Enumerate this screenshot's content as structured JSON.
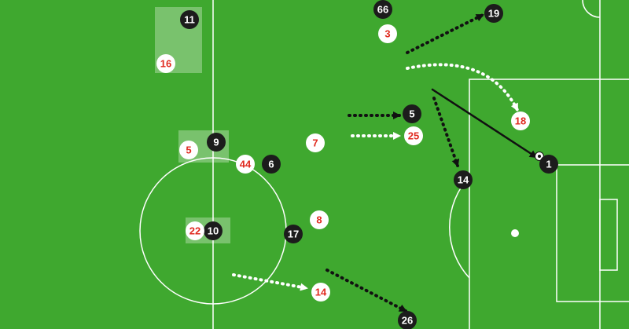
{
  "colors": {
    "grass": "#3fa82f",
    "line": "#ffffff",
    "dark_team_fill": "#1c1c1c",
    "dark_team_text": "#ffffff",
    "light_team_fill": "#ffffff",
    "light_team_text": "#e02b20",
    "run_arrow_dark": "#111111",
    "run_arrow_light": "#ffffff"
  },
  "dark_team": {
    "numbers": [
      "11",
      "66",
      "19",
      "9",
      "6",
      "5",
      "14",
      "1",
      "10",
      "17",
      "26"
    ]
  },
  "light_team": {
    "numbers": [
      "16",
      "3",
      "18",
      "5",
      "44",
      "7",
      "25",
      "22",
      "8",
      "14"
    ]
  },
  "ball": {
    "icon": "soccer-ball-icon"
  },
  "arrows": {
    "dark_dotted_runs": 4,
    "light_dotted_runs": 3,
    "solid_pass": 1
  }
}
